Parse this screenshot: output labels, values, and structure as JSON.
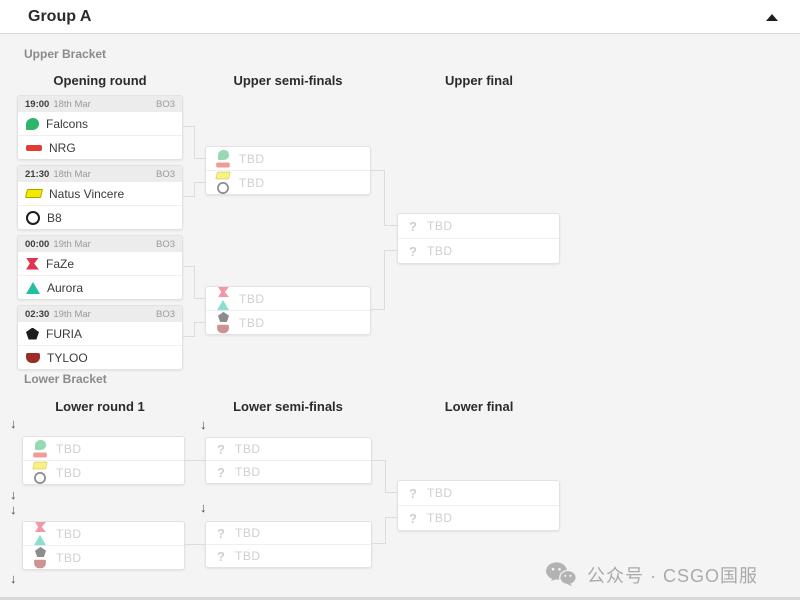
{
  "header": {
    "title": "Group A"
  },
  "placeholders": {
    "tbd": "TBD",
    "unknown": "?",
    "drop_arrow": "↓"
  },
  "teams": {
    "falcons": {
      "name": "Falcons",
      "color": "#2fb46c"
    },
    "nrg": {
      "name": "NRG",
      "color": "#e03c31"
    },
    "navi": {
      "name": "Natus Vincere",
      "color": "#f5e900"
    },
    "b8": {
      "name": "B8",
      "color": "#1c1c1c"
    },
    "faze": {
      "name": "FaZe",
      "color": "#e4314e"
    },
    "aurora": {
      "name": "Aurora",
      "color": "#1fbfa0"
    },
    "furia": {
      "name": "FURIA",
      "color": "#1c1c1c"
    },
    "tyloo": {
      "name": "TYLOO",
      "color": "#9e2b25"
    }
  },
  "upper_bracket": {
    "label": "Upper Bracket",
    "columns": {
      "round1": "Opening round",
      "semis": "Upper semi-finals",
      "final": "Upper final"
    },
    "matches": [
      {
        "time": "19:00",
        "date": "18th Mar",
        "format": "BO3"
      },
      {
        "time": "21:30",
        "date": "18th Mar",
        "format": "BO3"
      },
      {
        "time": "00:00",
        "date": "19th Mar",
        "format": "BO3"
      },
      {
        "time": "02:30",
        "date": "19th Mar",
        "format": "BO3"
      }
    ]
  },
  "lower_bracket": {
    "label": "Lower Bracket",
    "columns": {
      "round1": "Lower round 1",
      "semis": "Lower semi-finals",
      "final": "Lower final"
    }
  },
  "watermark": {
    "text": "公众号 · CSGO国服"
  }
}
